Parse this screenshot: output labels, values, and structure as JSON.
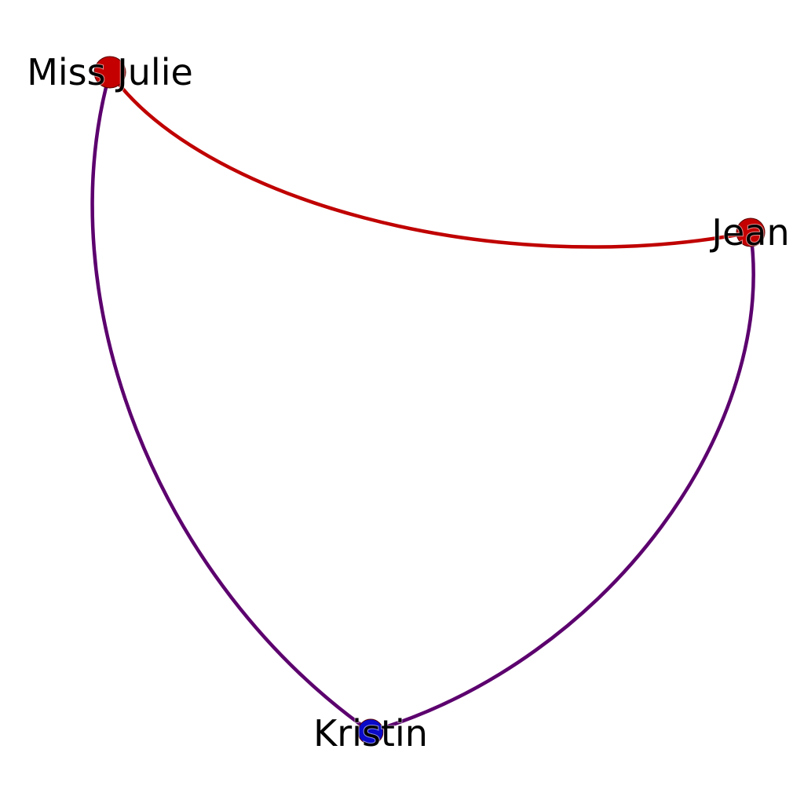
{
  "graph": {
    "nodes": [
      {
        "id": "miss-julie",
        "label": "Miss Julie",
        "color": "#c40000"
      },
      {
        "id": "jean",
        "label": "Jean",
        "color": "#c40000"
      },
      {
        "id": "kristin",
        "label": "Kristin",
        "color": "#0a0ac8"
      }
    ],
    "edges": [
      {
        "source": "miss-julie",
        "target": "jean",
        "color": "#c00000"
      },
      {
        "source": "miss-julie",
        "target": "kristin",
        "color": "#5c006e"
      },
      {
        "source": "jean",
        "target": "kristin",
        "color": "#5c006e"
      }
    ]
  }
}
